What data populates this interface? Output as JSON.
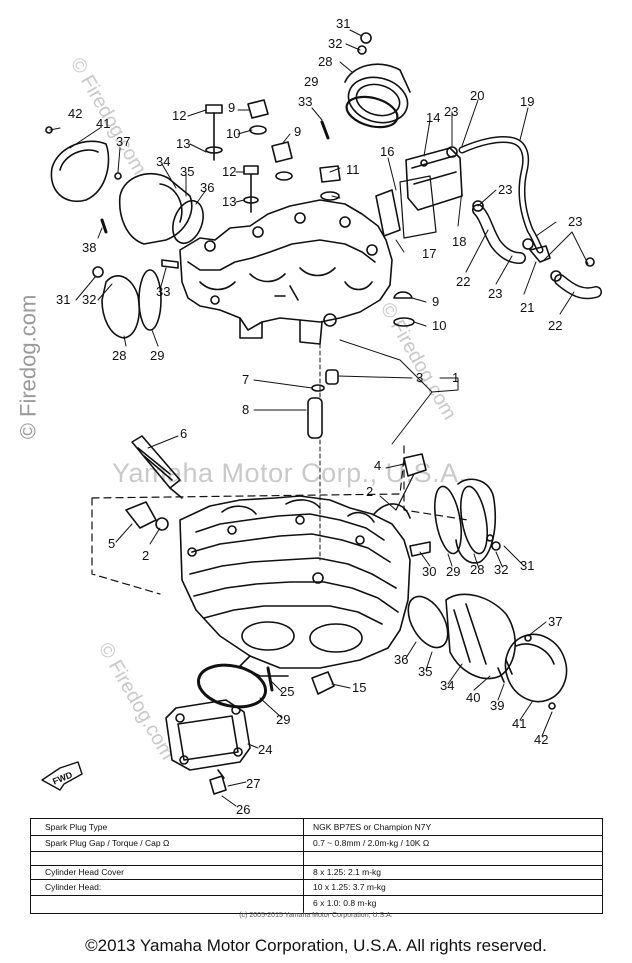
{
  "watermarks": {
    "center": "Yamaha Motor Corp., U.S.A.",
    "vertical": "© Firedog.com",
    "side_top": "© Firedog.com",
    "side_right": "© Firedog.com",
    "side_bottom": "© Firedog.com"
  },
  "callouts": [
    "31",
    "32",
    "28",
    "29",
    "33",
    "20",
    "19",
    "42",
    "41",
    "37",
    "12",
    "9",
    "10",
    "13",
    "14",
    "23",
    "9",
    "12",
    "16",
    "11",
    "34",
    "35",
    "36",
    "13",
    "18",
    "23",
    "23",
    "38",
    "17",
    "22",
    "23",
    "21",
    "22",
    "31",
    "32",
    "33",
    "28",
    "29",
    "9",
    "10",
    "7",
    "3",
    "1",
    "8",
    "6",
    "4",
    "2",
    "5",
    "2",
    "30",
    "29",
    "28",
    "32",
    "31",
    "37",
    "36",
    "35",
    "34",
    "40",
    "39",
    "41",
    "42",
    "25",
    "15",
    "29",
    "24",
    "27",
    "26"
  ],
  "fwd_label": "FWD",
  "spec_table": {
    "rows": [
      {
        "label": "Spark Plug Type",
        "value": "NGK BP7ES or Champion N7Y"
      },
      {
        "label": "Spark Plug Gap / Torque / Cap Ω",
        "value": "0.7 ~ 0.8mm / 2.0m-kg / 10K Ω"
      },
      {
        "label": "",
        "value": ""
      },
      {
        "label": "Cylinder Head Cover",
        "value": "8 x 1.25: 2.1 m-kg"
      },
      {
        "label": "Cylinder Head:",
        "value": "10 x 1.25: 3.7 m-kg"
      },
      {
        "label": "",
        "value": "6 x 1.0: 0.8 m-kg"
      }
    ]
  },
  "small_copyright": "(c) 2005-2015 Yamaha Motor Corporation, U.S.A.",
  "copyright": "©2013 Yamaha Motor Corporation, U.S.A. All rights reserved."
}
